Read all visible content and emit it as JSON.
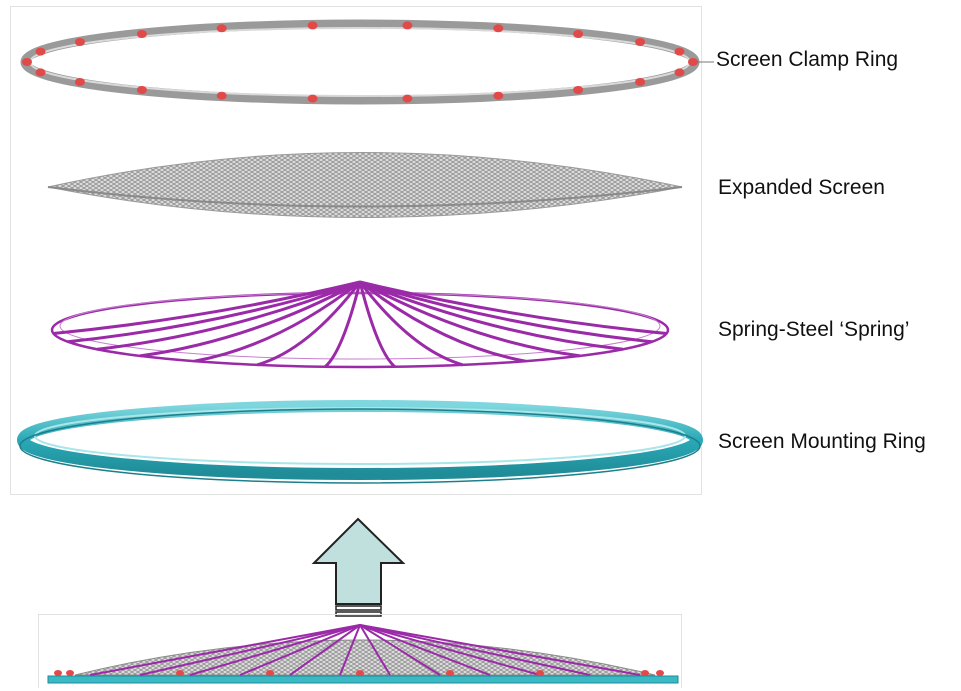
{
  "labels": {
    "clamp_ring": "Screen Clamp Ring",
    "expanded_screen": "Expanded Screen",
    "spring": "Spring-Steel ‘Spring’",
    "mounting_ring": "Screen Mounting Ring"
  },
  "colors": {
    "clamp_ring": "#a8a8a8",
    "clamp_bolt": "#e24a4a",
    "screen": "#9a9a9a",
    "spring": "#9b2aa8",
    "mounting_ring": "#3ab9c4",
    "arrow_fill": "#bfe0dd",
    "arrow_stroke": "#222222"
  },
  "icons": {
    "assembly_arrow": "up-arrow-icon"
  }
}
